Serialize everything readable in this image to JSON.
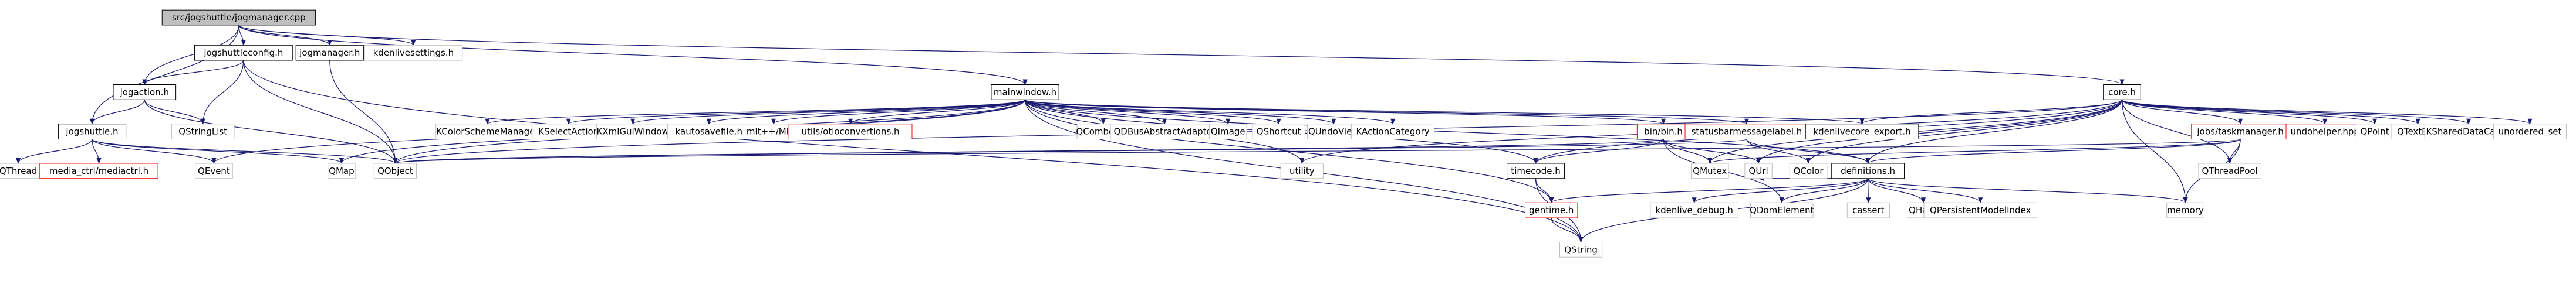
{
  "colors": {
    "edge": "#191970",
    "edge_light": "#aaaaaa",
    "border_normal": "#000000",
    "border_red": "#ff0000",
    "border_light": "#bfbfbf",
    "fill_root": "#bfbfbf",
    "fill_normal": "#ffffff",
    "text": "#000000"
  },
  "nodes": [
    {
      "id": "root",
      "label": "src/jogshuttle/jogmanager.cpp",
      "style": "root"
    },
    {
      "id": "jogshuttleconfig",
      "label": "jogshuttleconfig.h",
      "style": "normal"
    },
    {
      "id": "jogmanager_h",
      "label": "jogmanager.h",
      "style": "normal"
    },
    {
      "id": "kdenlivesettings",
      "label": "kdenlivesettings.h",
      "style": "light"
    },
    {
      "id": "jogaction",
      "label": "jogaction.h",
      "style": "normal"
    },
    {
      "id": "jogshuttle",
      "label": "jogshuttle.h",
      "style": "normal"
    },
    {
      "id": "qstringlist",
      "label": "QStringList",
      "style": "light"
    },
    {
      "id": "qthread",
      "label": "QThread",
      "style": "light"
    },
    {
      "id": "mediactrl",
      "label": "media_ctrl/mediactrl.h",
      "style": "red"
    },
    {
      "id": "qevent",
      "label": "QEvent",
      "style": "light"
    },
    {
      "id": "qmap",
      "label": "QMap",
      "style": "light"
    },
    {
      "id": "qobject",
      "label": "QObject",
      "style": "light"
    },
    {
      "id": "mainwindow",
      "label": "mainwindow.h",
      "style": "normal"
    },
    {
      "id": "kcolorscheme",
      "label": "KColorSchemeManager",
      "style": "light"
    },
    {
      "id": "kselectaction",
      "label": "KSelectAction",
      "style": "light"
    },
    {
      "id": "kxmlgui",
      "label": "KXmlGuiWindow",
      "style": "light"
    },
    {
      "id": "kautosave",
      "label": "kautosavefile.h",
      "style": "light"
    },
    {
      "id": "mltpp",
      "label": "mlt++/Mlt.h",
      "style": "light"
    },
    {
      "id": "utilconv",
      "label": "utils/otioconvertions.h",
      "style": "red"
    },
    {
      "id": "qcombobox",
      "label": "QComboBox",
      "style": "light"
    },
    {
      "id": "qdbus",
      "label": "QDBusAbstractAdaptor",
      "style": "light"
    },
    {
      "id": "qimage",
      "label": "QImage",
      "style": "light"
    },
    {
      "id": "qshortcut",
      "label": "QShortcut",
      "style": "light"
    },
    {
      "id": "qundoview",
      "label": "QUndoView",
      "style": "light"
    },
    {
      "id": "kactioncategory",
      "label": "KActionCategory",
      "style": "light"
    },
    {
      "id": "binbin",
      "label": "bin/bin.h",
      "style": "red"
    },
    {
      "id": "statusbar",
      "label": "statusbarmessagelabel.h",
      "style": "red"
    },
    {
      "id": "kdenlivecore",
      "label": "kdenlivecore_export.h",
      "style": "normal"
    },
    {
      "id": "core",
      "label": "core.h",
      "style": "normal"
    },
    {
      "id": "jobs",
      "label": "jobs/taskmanager.h",
      "style": "red"
    },
    {
      "id": "undohelper",
      "label": "undohelper.hpp",
      "style": "red"
    },
    {
      "id": "qpoint",
      "label": "QPoint",
      "style": "light"
    },
    {
      "id": "qtextedit",
      "label": "QTextEdit",
      "style": "light"
    },
    {
      "id": "kshared",
      "label": "KSharedDataCache",
      "style": "light"
    },
    {
      "id": "unordered",
      "label": "unordered_set",
      "style": "light"
    },
    {
      "id": "utility",
      "label": "utility",
      "style": "light"
    },
    {
      "id": "timecode",
      "label": "timecode.h",
      "style": "normal"
    },
    {
      "id": "qmutex",
      "label": "QMutex",
      "style": "light"
    },
    {
      "id": "qurl",
      "label": "QUrl",
      "style": "light"
    },
    {
      "id": "qcolor",
      "label": "QColor",
      "style": "light"
    },
    {
      "id": "definitions",
      "label": "definitions.h",
      "style": "normal"
    },
    {
      "id": "qthreadpool",
      "label": "QThreadPool",
      "style": "light"
    },
    {
      "id": "gentime",
      "label": "gentime.h",
      "style": "red"
    },
    {
      "id": "kdenlivedebug",
      "label": "kdenlive_debug.h",
      "style": "light"
    },
    {
      "id": "qdomelement",
      "label": "QDomElement",
      "style": "light"
    },
    {
      "id": "cassert",
      "label": "cassert",
      "style": "light"
    },
    {
      "id": "qhash",
      "label": "QHash",
      "style": "light"
    },
    {
      "id": "qpersistent",
      "label": "QPersistentModelIndex",
      "style": "light"
    },
    {
      "id": "memory",
      "label": "memory",
      "style": "light"
    },
    {
      "id": "qstring",
      "label": "QString",
      "style": "light"
    }
  ],
  "edges": [
    [
      "root",
      "jogshuttleconfig"
    ],
    [
      "root",
      "jogmanager_h"
    ],
    [
      "root",
      "kdenlivesettings"
    ],
    [
      "root",
      "jogaction"
    ],
    [
      "root",
      "jogshuttle"
    ],
    [
      "root",
      "mainwindow"
    ],
    [
      "root",
      "core"
    ],
    [
      "jogshuttleconfig",
      "jogaction"
    ],
    [
      "jogshuttleconfig",
      "qstringlist"
    ],
    [
      "jogshuttleconfig",
      "qobject"
    ],
    [
      "jogshuttleconfig",
      "qstring"
    ],
    [
      "jogmanager_h",
      "qobject"
    ],
    [
      "jogaction",
      "jogshuttle"
    ],
    [
      "jogaction",
      "qstringlist"
    ],
    [
      "jogaction",
      "qobject"
    ],
    [
      "jogshuttle",
      "qthread"
    ],
    [
      "jogshuttle",
      "mediactrl"
    ],
    [
      "jogshuttle",
      "qevent"
    ],
    [
      "jogshuttle",
      "qmap"
    ],
    [
      "jogshuttle",
      "qobject"
    ],
    [
      "mainwindow",
      "kcolorscheme"
    ],
    [
      "mainwindow",
      "kselectaction"
    ],
    [
      "mainwindow",
      "kxmlgui"
    ],
    [
      "mainwindow",
      "kautosave"
    ],
    [
      "mainwindow",
      "mltpp"
    ],
    [
      "mainwindow",
      "utilconv"
    ],
    [
      "mainwindow",
      "qcombobox"
    ],
    [
      "mainwindow",
      "qdbus"
    ],
    [
      "mainwindow",
      "qimage"
    ],
    [
      "mainwindow",
      "qshortcut"
    ],
    [
      "mainwindow",
      "qundoview"
    ],
    [
      "mainwindow",
      "kactioncategory"
    ],
    [
      "mainwindow",
      "binbin"
    ],
    [
      "mainwindow",
      "statusbar"
    ],
    [
      "mainwindow",
      "kdenlivecore"
    ],
    [
      "mainwindow",
      "definitions"
    ],
    [
      "mainwindow",
      "qevent"
    ],
    [
      "mainwindow",
      "qmap"
    ],
    [
      "mainwindow",
      "qobject"
    ],
    [
      "mainwindow",
      "utility"
    ],
    [
      "mainwindow",
      "timecode"
    ],
    [
      "mainwindow",
      "gentime"
    ],
    [
      "mainwindow",
      "qstring"
    ],
    [
      "binbin",
      "qmutex"
    ],
    [
      "binbin",
      "qurl"
    ],
    [
      "binbin",
      "qdomelement"
    ],
    [
      "binbin",
      "qobject"
    ],
    [
      "binbin",
      "timecode"
    ],
    [
      "statusbar",
      "definitions"
    ],
    [
      "statusbar",
      "qcolor"
    ],
    [
      "statusbar",
      "qobject"
    ],
    [
      "core",
      "kdenlivecore"
    ],
    [
      "core",
      "jobs"
    ],
    [
      "core",
      "undohelper"
    ],
    [
      "core",
      "qpoint"
    ],
    [
      "core",
      "qtextedit"
    ],
    [
      "core",
      "kshared"
    ],
    [
      "core",
      "unordered"
    ],
    [
      "core",
      "qthreadpool"
    ],
    [
      "core",
      "definitions"
    ],
    [
      "core",
      "qurl"
    ],
    [
      "core",
      "qcolor"
    ],
    [
      "core",
      "qmutex"
    ],
    [
      "core",
      "memory"
    ],
    [
      "core",
      "utility"
    ],
    [
      "core",
      "qobject"
    ],
    [
      "core",
      "timecode"
    ],
    [
      "jobs",
      "definitions"
    ],
    [
      "jobs",
      "qthreadpool"
    ],
    [
      "jobs",
      "memory"
    ],
    [
      "jobs",
      "qmutex"
    ],
    [
      "jobs",
      "qobject"
    ],
    [
      "timecode",
      "gentime"
    ],
    [
      "timecode",
      "qstring"
    ],
    [
      "definitions",
      "gentime"
    ],
    [
      "definitions",
      "kdenlivedebug"
    ],
    [
      "definitions",
      "qdomelement"
    ],
    [
      "definitions",
      "cassert"
    ],
    [
      "definitions",
      "qhash"
    ],
    [
      "definitions",
      "qpersistent"
    ],
    [
      "definitions",
      "memory"
    ],
    [
      "definitions",
      "qstring"
    ],
    [
      "definitions",
      "qurl"
    ],
    [
      "gentime",
      "qstring"
    ]
  ]
}
